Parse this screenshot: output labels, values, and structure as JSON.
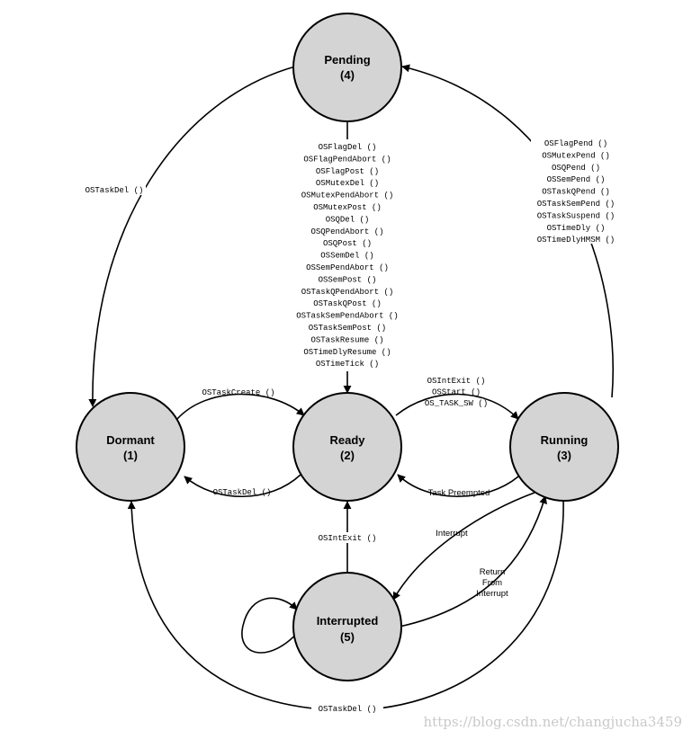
{
  "states": {
    "pending": {
      "name": "Pending",
      "id": "(4)"
    },
    "dormant": {
      "name": "Dormant",
      "id": "(1)"
    },
    "ready": {
      "name": "Ready",
      "id": "(2)"
    },
    "running": {
      "name": "Running",
      "id": "(3)"
    },
    "interrupted": {
      "name": "Interrupted",
      "id": "(5)"
    }
  },
  "edges": {
    "pending_to_ready": [
      "OSFlagDel ()",
      "OSFlagPendAbort ()",
      "OSFlagPost ()",
      "OSMutexDel ()",
      "OSMutexPendAbort ()",
      "OSMutexPost ()",
      "OSQDel ()",
      "OSQPendAbort ()",
      "OSQPost ()",
      "OSSemDel ()",
      "OSSemPendAbort ()",
      "OSSemPost ()",
      "OSTaskQPendAbort ()",
      "OSTaskQPost ()",
      "OSTaskSemPendAbort ()",
      "OSTaskSemPost ()",
      "OSTaskResume ()",
      "OSTimeDlyResume ()",
      "OSTimeTick ()"
    ],
    "running_to_pending": [
      "OSFlagPend ()",
      "OSMutexPend ()",
      "OSQPend ()",
      "OSSemPend ()",
      "OSTaskQPend ()",
      "OSTaskSemPend ()",
      "OSTaskSuspend ()",
      "OSTimeDly ()",
      "OSTimeDlyHMSM ()"
    ],
    "pending_to_dormant": "OSTaskDel ()",
    "dormant_to_ready": "OSTaskCreate ()",
    "ready_to_dormant": "OSTaskDel ()",
    "ready_to_running": [
      "OSIntExit ()",
      "OSStart ()",
      "OS_TASK_SW ()"
    ],
    "running_to_ready": "Task Preempted",
    "interrupted_to_ready": "OSIntExit ()",
    "running_to_interrupted": "Interrupt",
    "interrupted_to_running": [
      "Return",
      "From",
      "Interrupt"
    ],
    "bottom_to_dormant": "OSTaskDel ()"
  },
  "watermark": "https://blog.csdn.net/changjucha3459"
}
